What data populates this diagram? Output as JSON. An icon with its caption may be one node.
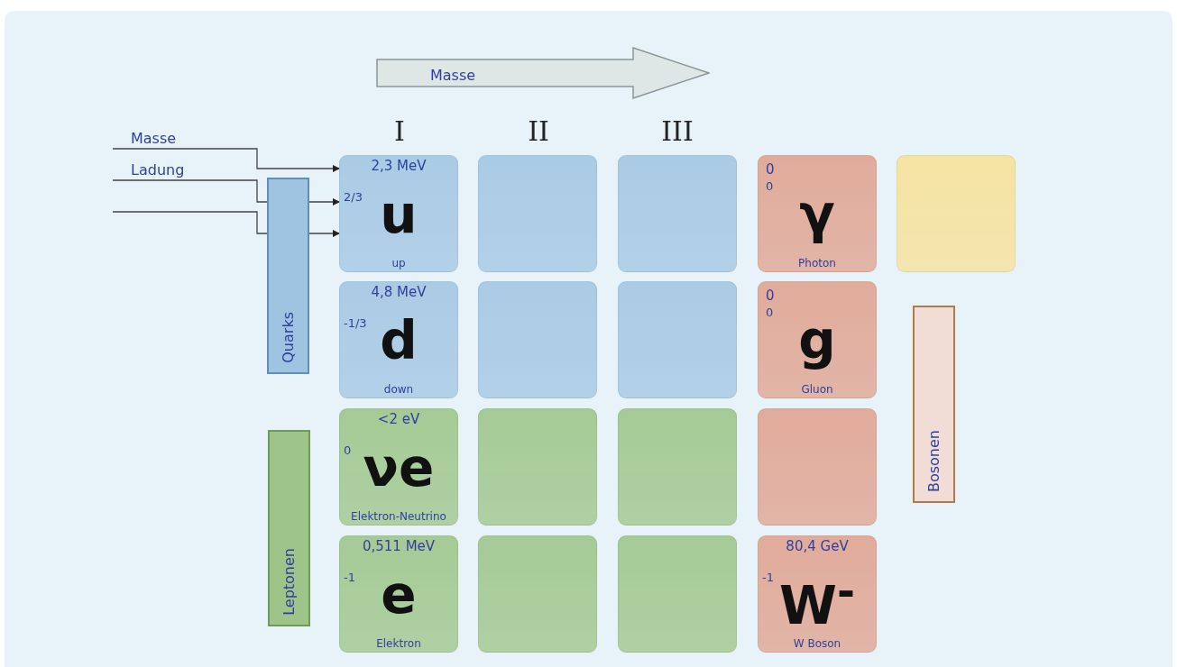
{
  "diagram": {
    "nodes": [
      {
        "text": [
          "Masse"
        ]
      },
      {
        "text": [
          "Masse"
        ]
      },
      {
        "text": [
          "Ladung"
        ]
      },
      {
        "text": [
          "2,3 MeV",
          "2/3",
          "u",
          "up"
        ]
      },
      {
        "text": [],
        "shape": "box"
      },
      {
        "text": [],
        "shape": "box"
      },
      {
        "text": [
          "0",
          "0",
          "γ",
          "Photon"
        ]
      },
      {
        "text": [],
        "shape": "box"
      },
      {
        "text": [
          "Quarks"
        ]
      },
      {
        "text": [
          "4,8 MeV",
          "-1/3",
          "d",
          "down"
        ]
      },
      {
        "text": [],
        "shape": "box"
      },
      {
        "text": [],
        "shape": "box"
      },
      {
        "text": [
          "0",
          "0",
          "g",
          "Gluon"
        ]
      },
      {
        "text": [
          "Bosonen"
        ]
      },
      {
        "text": [
          "<2 eV",
          "0",
          "νe",
          "Elektron-Neutrino"
        ]
      },
      {
        "text": [],
        "shape": "box"
      },
      {
        "text": [],
        "shape": "box"
      },
      {
        "text": [],
        "shape": "box"
      },
      {
        "text": [
          "Leptonen"
        ]
      },
      {
        "text": [
          "0,511 MeV",
          "-1",
          "e",
          "Elektron"
        ]
      },
      {
        "text": [],
        "shape": "box"
      },
      {
        "text": [],
        "shape": "box"
      },
      {
        "text": [
          "80,4 GeV",
          "-1",
          "W$^{-}$",
          "W Boson"
        ]
      }
    ],
    "edges": [
      {
        "from": 1,
        "to": 3,
        "arrow": "to"
      },
      {
        "from": 2,
        "to": 3,
        "arrow": "to"
      },
      {
        "from": null,
        "to": 3,
        "arrow": "to"
      }
    ],
    "labels": [
      "I",
      "II",
      "III"
    ]
  }
}
